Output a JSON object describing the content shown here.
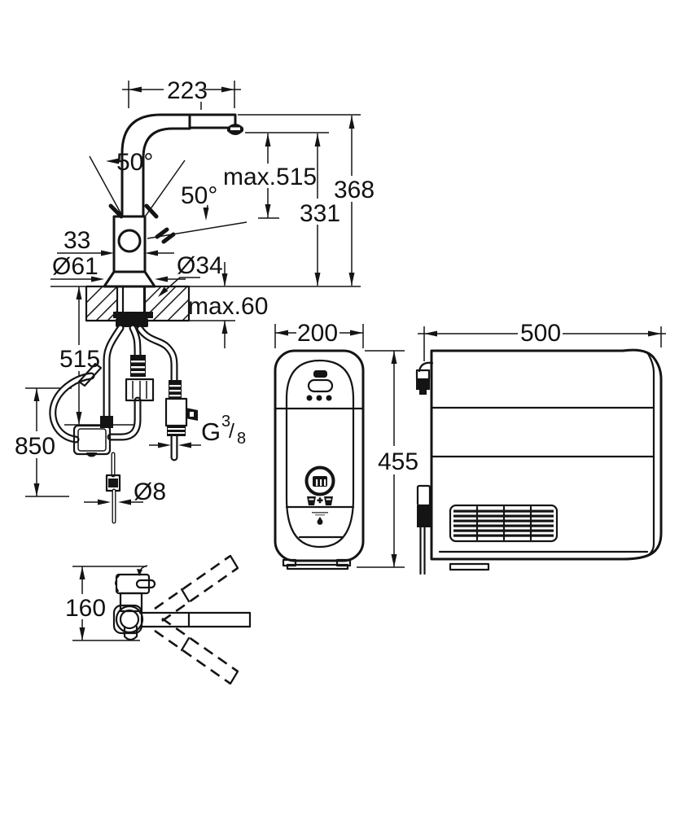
{
  "colors": {
    "ink": "#141414",
    "background": "#ffffff"
  },
  "dims": {
    "faucet": {
      "reach": "223",
      "angle_left": "50°",
      "angle_right": "50°",
      "pullout": "max.515",
      "outlet_height": "331",
      "height": "368",
      "body_width": "33",
      "base_dia": "Ø61",
      "hole_dia": "Ø34",
      "deck": "max.60",
      "hose_a": "515",
      "hose_b": "850",
      "thread_g": "G",
      "thread_num": "3",
      "thread_slash": "/",
      "thread_den": "8",
      "capillary": "Ø8"
    },
    "cooler_front": {
      "width": "200",
      "height": "455"
    },
    "cooler_side": {
      "width": "500"
    },
    "top_view": {
      "height": "160"
    }
  }
}
